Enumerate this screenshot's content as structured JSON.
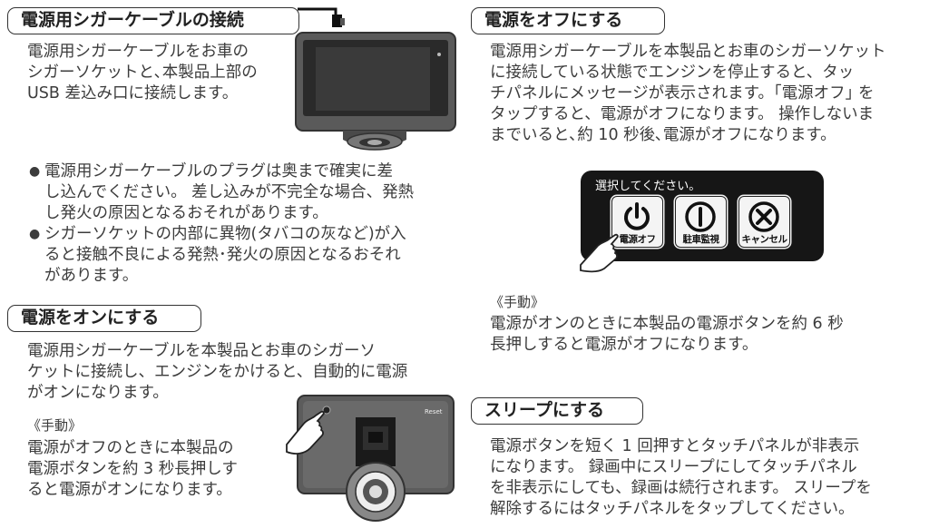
{
  "left": {
    "cig_heading": "電源用シガーケーブルの接続",
    "cig_body": [
      "電源用シガーケーブルをお車の",
      "シガーソケットと､本製品上部の",
      "USB 差込み口に接続します。"
    ],
    "bullets": [
      [
        "電源用シガーケーブルのプラグは奥まで確実に差",
        "し込んでください。 差し込みが不完全な場合、発熱",
        "し発火の原因となるおそれがあります。"
      ],
      [
        "シガーソケットの内部に異物(タバコの灰など)が入",
        "ると接触不良による発熱･発火の原因となるおそれ",
        "があります。"
      ]
    ],
    "on_heading": "電源をオンにする",
    "on_body": [
      "電源用シガーケーブルを本製品とお車のシガーソ",
      "ケットに接続し、エンジンをかけると、自動的に電源",
      "がオンになります。"
    ],
    "on_manual_label": "《手動》",
    "on_manual_body": [
      "電源がオフのときに本製品の",
      "電源ボタンを約 3 秒長押しす",
      "ると電源がオンになります。"
    ]
  },
  "right": {
    "off_heading": "電源をオフにする",
    "off_body": [
      "電源用シガーケーブルを本製品とお車のシガーソケット",
      "に接続している状態でエンジンを停止すると、タッ",
      "チパネルにメッセージが表示されます。｢電源オフ｣ を",
      "タップすると、電源がオフになります。 操作しないま",
      "までいると､約 10 秒後､電源がオフになります。"
    ],
    "dialog": {
      "title": "選択してください。",
      "buttons": [
        {
          "label": "電源オフ",
          "icon": "power-icon"
        },
        {
          "label": "駐車監視",
          "icon": "parking-monitor-icon"
        },
        {
          "label": "キャンセル",
          "icon": "cancel-icon"
        }
      ]
    },
    "off_manual_label": "《手動》",
    "off_manual_body": [
      "電源がオンのときに本製品の電源ボタンを約 6 秒",
      "長押しすると電源がオフになります。"
    ],
    "sleep_heading": "スリープにする",
    "sleep_body": [
      "電源ボタンを短く 1 回押すとタッチパネルが非表示",
      "になります。 録画中にスリープにしてタッチパネル",
      "を非表示にしても、録画は続行されます。 スリープを",
      "解除するにはタッチパネルをタップしてください。"
    ]
  },
  "device_rear": {
    "port_label": "Reset"
  }
}
